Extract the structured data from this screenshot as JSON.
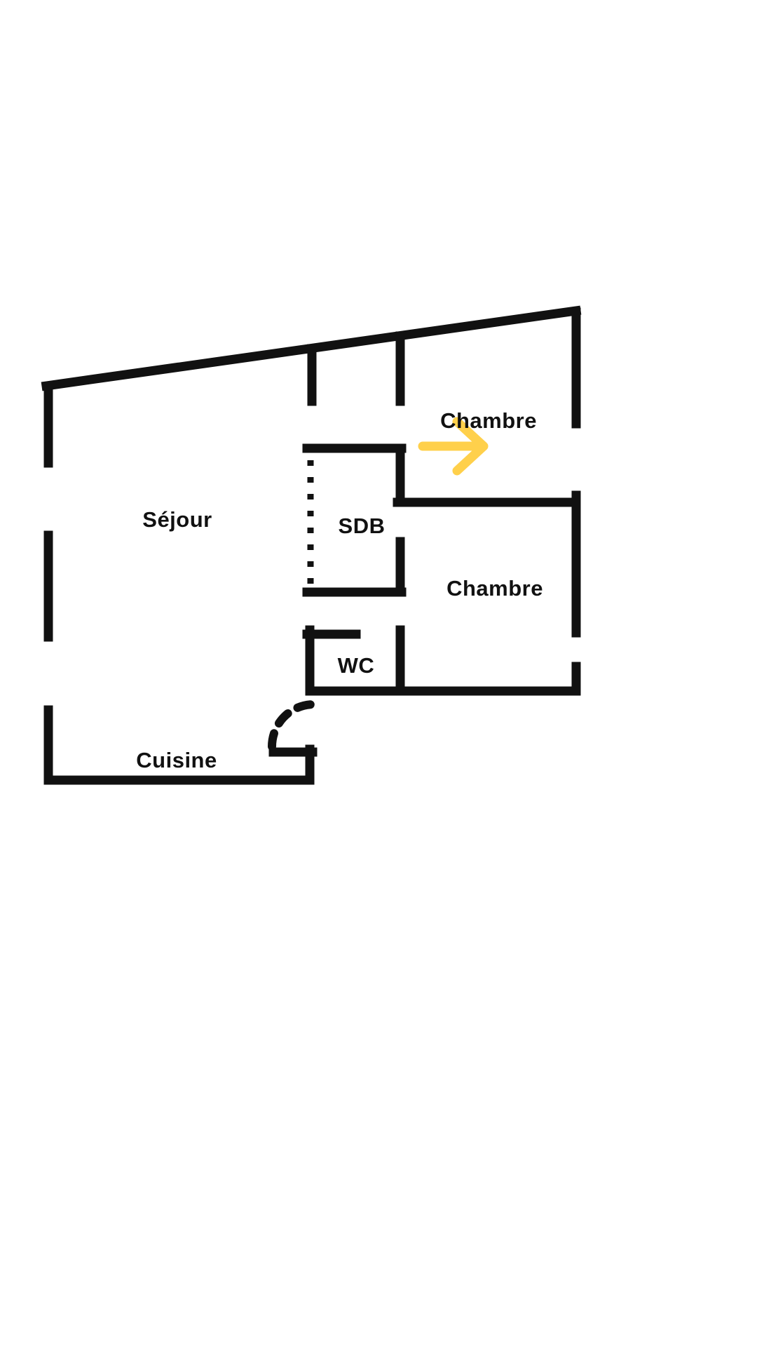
{
  "floor_plan": {
    "labels": {
      "chambre_top": "Chambre",
      "sejour": "Séjour",
      "sdb": "SDB",
      "chambre_bottom": "Chambre",
      "wc": "WC",
      "cuisine": "Cuisine"
    },
    "rooms": [
      {
        "name": "chambre-top",
        "label": "Chambre"
      },
      {
        "name": "sejour",
        "label": "Séjour"
      },
      {
        "name": "sdb",
        "label": "SDB"
      },
      {
        "name": "chambre-bottom",
        "label": "Chambre"
      },
      {
        "name": "wc",
        "label": "WC"
      },
      {
        "name": "cuisine",
        "label": "Cuisine"
      }
    ],
    "icons": {
      "entrance_arrow": "arrow-right-icon"
    },
    "colors": {
      "wall": "#111111",
      "arrow": "#FFD04B",
      "background": "#ffffff",
      "text": "#111111"
    }
  }
}
